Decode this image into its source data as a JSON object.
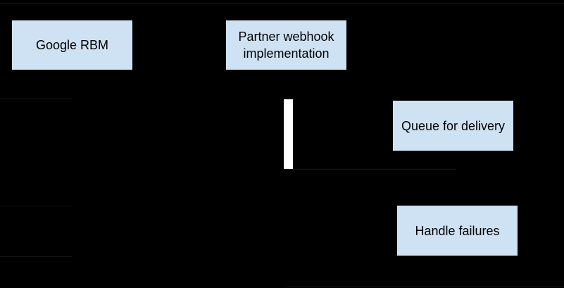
{
  "diagram": {
    "type": "sequence",
    "nodes": [
      {
        "id": "google-rbm",
        "label": "Google RBM"
      },
      {
        "id": "partner-webhook",
        "label": "Partner webhook implementation"
      },
      {
        "id": "queue-for-delivery",
        "label": "Queue for delivery"
      },
      {
        "id": "handle-failures",
        "label": "Handle failures"
      }
    ],
    "activation_bar": {
      "role": "partner-webhook-lifeline-activation"
    },
    "colors": {
      "background": "#000000",
      "node_fill": "#cfe2f3",
      "node_text": "#000000",
      "activation_bar": "#ffffff",
      "faint_line": "#161616",
      "faint_line_dim": "#0d0d0d"
    }
  }
}
